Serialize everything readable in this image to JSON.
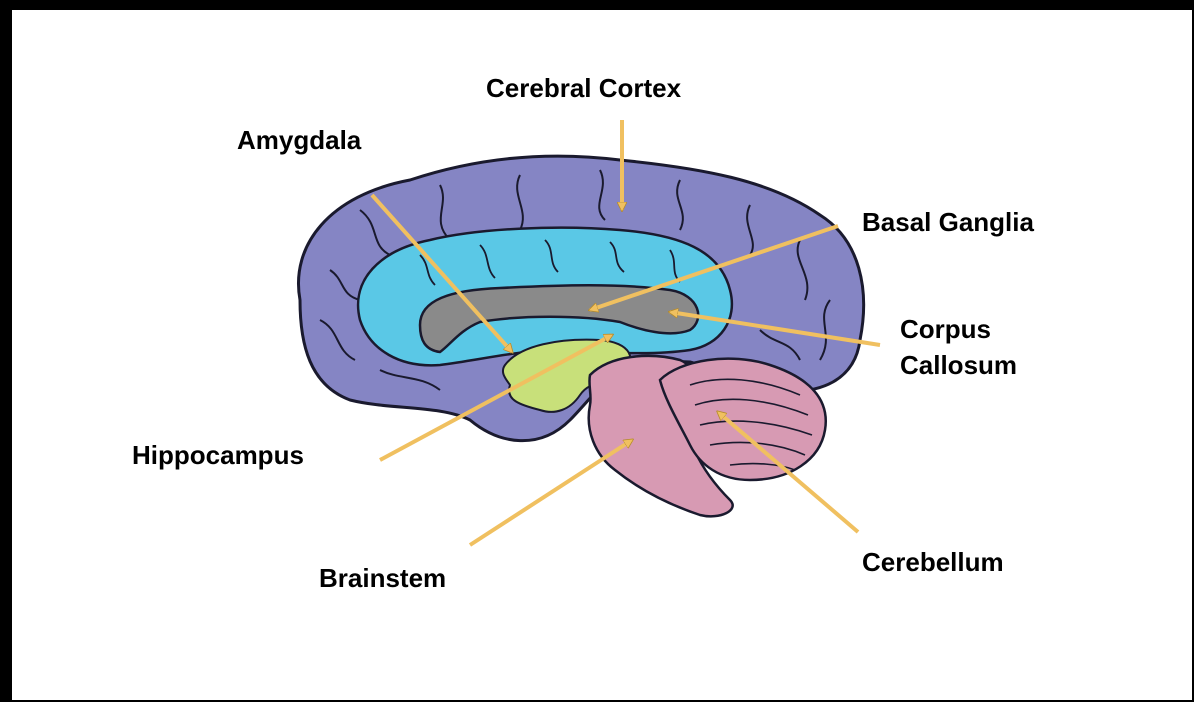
{
  "labels": {
    "cerebral_cortex": "Cerebral Cortex",
    "amygdala": "Amygdala",
    "basal_ganglia": "Basal Ganglia",
    "corpus_callosum_line1": "Corpus",
    "corpus_callosum_line2": "Callosum",
    "hippocampus": "Hippocampus",
    "brainstem": "Brainstem",
    "cerebellum": "Cerebellum"
  },
  "colors": {
    "cortex": "#8585c4",
    "limbic": "#5ac8e6",
    "corpus_callosum": "#8a8a8a",
    "hippocampus": "#c8e07a",
    "brainstem": "#d79ab3",
    "cerebellum": "#d79ab3",
    "arrow": "#f0c060",
    "outline": "#1a1a2e"
  }
}
